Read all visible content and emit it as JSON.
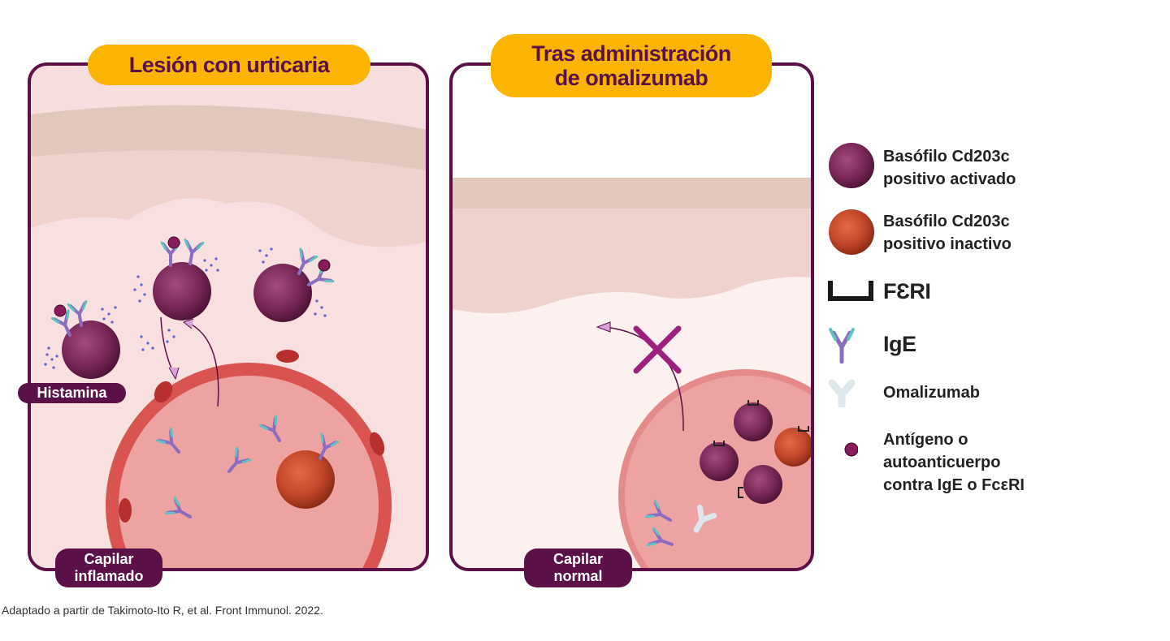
{
  "panels": {
    "left": {
      "title": "Lesión con urticaria",
      "histamine_label": "Histamina",
      "capillary_label": "Capilar\ninflamado"
    },
    "right": {
      "title": "Tras administración\nde omalizumab",
      "capillary_label": "Capilar\nnormal"
    }
  },
  "legend": [
    {
      "icon": "activated-basophil-icon",
      "label": "Basófilo Cd203c\npositivo activado"
    },
    {
      "icon": "inactive-basophil-icon",
      "label": "Basófilo Cd203c\npositivo inactivo"
    },
    {
      "icon": "fceri-receptor-icon",
      "label": "FƐRI"
    },
    {
      "icon": "ige-antibody-icon",
      "label": "IgE"
    },
    {
      "icon": "omalizumab-icon",
      "label": "Omalizumab"
    },
    {
      "icon": "antigen-dot-icon",
      "label": "Antígeno o\nautoanticuerpo\ncontra IgE o FcεRI"
    }
  ],
  "source": "Adaptado a partir de Takimoto-Ito R, et al. Front Immunol. 2022.",
  "colors": {
    "frame": "#5b1048",
    "title_bg": "#fbb500",
    "activated_basophil": "#7d2a5c",
    "inactive_basophil": "#c2462a",
    "capillary": "#eea3a3",
    "capillary_wall": "#d9534f",
    "ige_purple": "#8a6cc0",
    "ige_teal": "#5fc1c0",
    "histamine_dots": "#5a62d0",
    "omalizumab": "#dde7ec",
    "cross": "#9e1f80"
  }
}
